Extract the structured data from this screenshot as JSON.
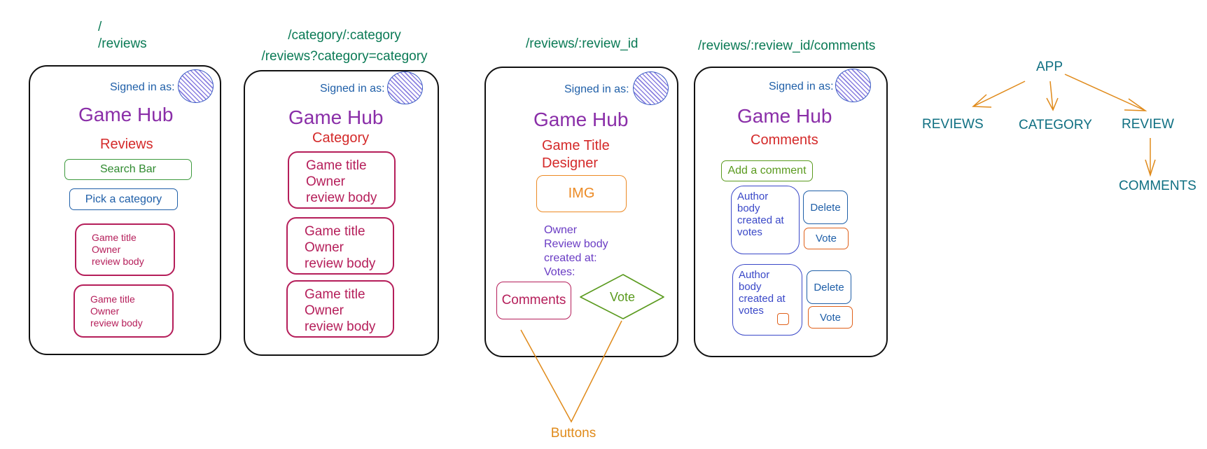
{
  "routes": {
    "reviews_line1": "/",
    "reviews_line2": "/reviews",
    "category_line1": "/category/:category",
    "category_line2": "/reviews?category=category",
    "review_id": "/reviews/:review_id",
    "comments": "/reviews/:review_id/comments"
  },
  "common": {
    "signed_in": "Signed in as:",
    "brand": "Game Hub"
  },
  "screen_reviews": {
    "section": "Reviews",
    "search": "Search Bar",
    "pick": "Pick a category",
    "cards": [
      {
        "title": "Game title",
        "owner": "Owner",
        "body": "review body"
      },
      {
        "title": "Game title",
        "owner": "Owner",
        "body": "review body"
      }
    ]
  },
  "screen_category": {
    "section": "Category",
    "cards": [
      {
        "title": "Game title",
        "owner": "Owner",
        "body": "review body"
      },
      {
        "title": "Game title",
        "owner": "Owner",
        "body": "review body"
      },
      {
        "title": "Game title",
        "owner": "Owner",
        "body": "review body"
      }
    ]
  },
  "screen_review": {
    "title_line1": "Game Title",
    "title_line2": "Designer",
    "img": "IMG",
    "details": [
      "Owner",
      "Review body",
      "created at:",
      "Votes:"
    ],
    "comments_btn": "Comments",
    "vote_btn": "Vote",
    "buttons_note": "Buttons"
  },
  "screen_comments": {
    "section": "Comments",
    "add": "Add a comment",
    "comments": [
      {
        "lines": [
          "Author",
          "body",
          "created at",
          "votes"
        ],
        "delete": "Delete",
        "vote": "Vote"
      },
      {
        "lines": [
          "Author",
          "body",
          "created at",
          "votes"
        ],
        "delete": "Delete",
        "vote": "Vote"
      }
    ]
  },
  "tree": {
    "root": "APP",
    "children": [
      "REVIEWS",
      "CATEGORY",
      "REVIEW"
    ],
    "grandchild": "COMMENTS"
  },
  "colors": {
    "route": "#0a7a55",
    "brand": "#8a2ea8",
    "section": "#d42a2a",
    "card": "#b51e5a",
    "comment": "#3a48c8",
    "arrow": "#e08a1a",
    "tree": "#0f6f82"
  }
}
